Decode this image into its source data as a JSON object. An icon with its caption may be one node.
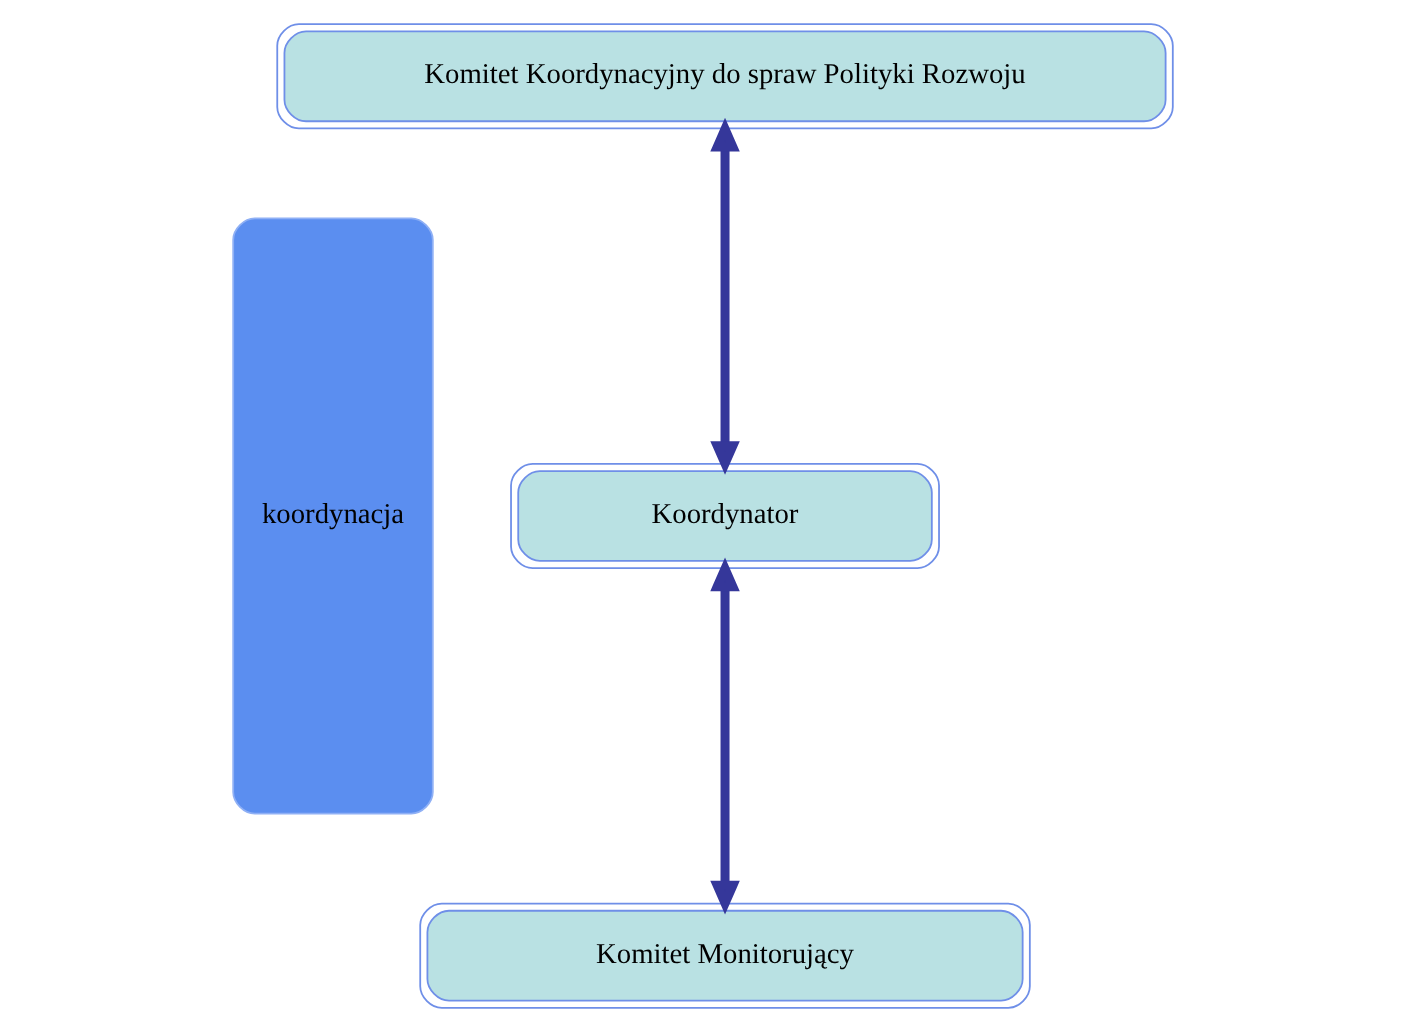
{
  "diagram": {
    "nodes": [
      {
        "text": [
          "koordynacja"
        ]
      },
      {
        "text": [
          "Komitet Koordynacyjny do spraw Polityki Rozwoju"
        ]
      },
      {
        "text": [
          "Koordynator"
        ]
      },
      {
        "text": [
          "Komitet Monitorujący"
        ]
      }
    ],
    "edges": [
      {
        "from": 1,
        "to": 2,
        "arrow": "both"
      },
      {
        "from": 2,
        "to": 3,
        "arrow": "both"
      }
    ]
  }
}
